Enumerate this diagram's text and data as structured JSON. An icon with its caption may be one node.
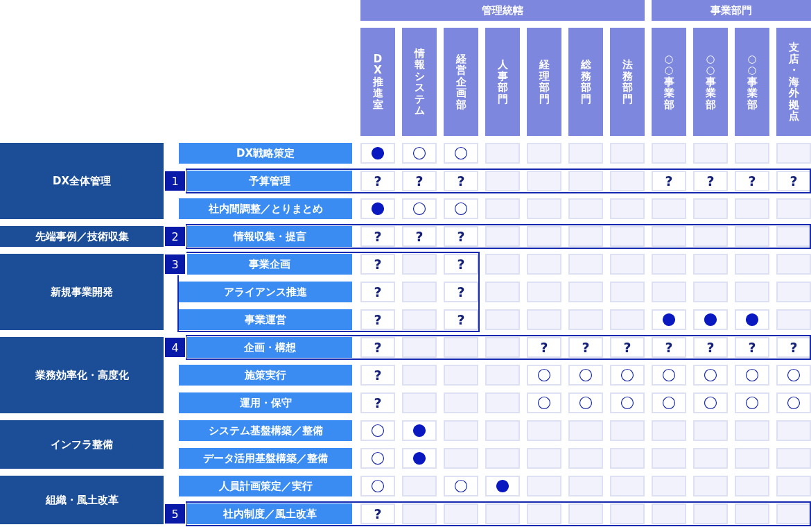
{
  "diagram": {
    "nodes": [
      {
        "text": [
          "管理統轄"
        ]
      },
      {
        "text": [
          "事業部門"
        ]
      },
      {
        "text": [
          "DX推進室"
        ]
      },
      {
        "text": [
          "情報システム"
        ]
      },
      {
        "text": [
          "経営企画部"
        ]
      },
      {
        "text": [
          "人事部門"
        ]
      },
      {
        "text": [
          "経理部門"
        ]
      },
      {
        "text": [
          "総務部門"
        ]
      },
      {
        "text": [
          "法務部門"
        ]
      },
      {
        "text": [
          "○○事業部"
        ]
      },
      {
        "text": [
          "○○事業部"
        ]
      },
      {
        "text": [
          "○○事業部"
        ]
      },
      {
        "text": [
          "支店・海外拠点"
        ]
      },
      {
        "text": [
          "DX全体管理"
        ]
      },
      {
        "text": [
          "DX戦略策定"
        ]
      },
      {
        "text": [],
        "shape": "dot"
      },
      {
        "text": [],
        "shape": "circle"
      },
      {
        "text": [],
        "shape": "circle"
      },
      {
        "text": [],
        "shape": "box"
      },
      {
        "text": [],
        "shape": "box"
      },
      {
        "text": [],
        "shape": "box"
      },
      {
        "text": [],
        "shape": "box"
      },
      {
        "text": [],
        "shape": "box"
      },
      {
        "text": [],
        "shape": "box"
      },
      {
        "text": [],
        "shape": "box"
      },
      {
        "text": [],
        "shape": "box"
      },
      {
        "text": [
          "1"
        ]
      },
      {
        "text": [
          "予算管理"
        ]
      },
      {
        "text": [
          "?"
        ]
      },
      {
        "text": [
          "?"
        ]
      },
      {
        "text": [
          "?"
        ]
      },
      {
        "text": [],
        "shape": "box"
      },
      {
        "text": [],
        "shape": "box"
      },
      {
        "text": [],
        "shape": "box"
      },
      {
        "text": [],
        "shape": "box"
      },
      {
        "text": [
          "?"
        ]
      },
      {
        "text": [
          "?"
        ]
      },
      {
        "text": [
          "?"
        ]
      },
      {
        "text": [
          "?"
        ]
      },
      {
        "text": [
          "社内間調整／とりまとめ"
        ]
      },
      {
        "text": [],
        "shape": "dot"
      },
      {
        "text": [],
        "shape": "circle"
      },
      {
        "text": [],
        "shape": "circle"
      },
      {
        "text": [],
        "shape": "box"
      },
      {
        "text": [],
        "shape": "box"
      },
      {
        "text": [],
        "shape": "box"
      },
      {
        "text": [],
        "shape": "box"
      },
      {
        "text": [],
        "shape": "box"
      },
      {
        "text": [],
        "shape": "box"
      },
      {
        "text": [],
        "shape": "box"
      },
      {
        "text": [],
        "shape": "box"
      },
      {
        "text": [
          "先端事例／技術収集"
        ]
      },
      {
        "text": [
          "2"
        ]
      },
      {
        "text": [
          "情報収集・提言"
        ]
      },
      {
        "text": [
          "?"
        ]
      },
      {
        "text": [
          "?"
        ]
      },
      {
        "text": [
          "?"
        ]
      },
      {
        "text": [],
        "shape": "box"
      },
      {
        "text": [],
        "shape": "box"
      },
      {
        "text": [],
        "shape": "box"
      },
      {
        "text": [],
        "shape": "box"
      },
      {
        "text": [],
        "shape": "box"
      },
      {
        "text": [],
        "shape": "box"
      },
      {
        "text": [],
        "shape": "box"
      },
      {
        "text": [],
        "shape": "box"
      },
      {
        "text": [
          "新規事業開発"
        ]
      },
      {
        "text": [
          "3"
        ]
      },
      {
        "text": [
          "事業企画"
        ]
      },
      {
        "text": [
          "?"
        ]
      },
      {
        "text": [],
        "shape": "box"
      },
      {
        "text": [
          "?"
        ]
      },
      {
        "text": [],
        "shape": "box"
      },
      {
        "text": [],
        "shape": "box"
      },
      {
        "text": [],
        "shape": "box"
      },
      {
        "text": [],
        "shape": "box"
      },
      {
        "text": [],
        "shape": "box"
      },
      {
        "text": [],
        "shape": "box"
      },
      {
        "text": [],
        "shape": "box"
      },
      {
        "text": [],
        "shape": "box"
      },
      {
        "text": [
          "アライアンス推進"
        ]
      },
      {
        "text": [
          "?"
        ]
      },
      {
        "text": [],
        "shape": "box"
      },
      {
        "text": [
          "?"
        ]
      },
      {
        "text": [],
        "shape": "box"
      },
      {
        "text": [],
        "shape": "box"
      },
      {
        "text": [],
        "shape": "box"
      },
      {
        "text": [],
        "shape": "box"
      },
      {
        "text": [],
        "shape": "box"
      },
      {
        "text": [],
        "shape": "box"
      },
      {
        "text": [],
        "shape": "box"
      },
      {
        "text": [],
        "shape": "box"
      },
      {
        "text": [
          "事業運営"
        ]
      },
      {
        "text": [
          "?"
        ]
      },
      {
        "text": [],
        "shape": "box"
      },
      {
        "text": [
          "?"
        ]
      },
      {
        "text": [],
        "shape": "box"
      },
      {
        "text": [],
        "shape": "box"
      },
      {
        "text": [],
        "shape": "box"
      },
      {
        "text": [],
        "shape": "box"
      },
      {
        "text": [],
        "shape": "dot"
      },
      {
        "text": [],
        "shape": "dot"
      },
      {
        "text": [],
        "shape": "dot"
      },
      {
        "text": [],
        "shape": "box"
      },
      {
        "text": [
          "業務効率化・高度化"
        ]
      },
      {
        "text": [
          "4"
        ]
      },
      {
        "text": [
          "企画・構想"
        ]
      },
      {
        "text": [
          "?"
        ]
      },
      {
        "text": [],
        "shape": "box"
      },
      {
        "text": [],
        "shape": "box"
      },
      {
        "text": [],
        "shape": "box"
      },
      {
        "text": [
          "?"
        ]
      },
      {
        "text": [
          "?"
        ]
      },
      {
        "text": [
          "?"
        ]
      },
      {
        "text": [
          "?"
        ]
      },
      {
        "text": [
          "?"
        ]
      },
      {
        "text": [
          "?"
        ]
      },
      {
        "text": [
          "?"
        ]
      },
      {
        "text": [
          "施策実行"
        ]
      },
      {
        "text": [
          "?"
        ]
      },
      {
        "text": [],
        "shape": "box"
      },
      {
        "text": [],
        "shape": "box"
      },
      {
        "text": [],
        "shape": "box"
      },
      {
        "text": [],
        "shape": "circle"
      },
      {
        "text": [],
        "shape": "circle"
      },
      {
        "text": [],
        "shape": "circle"
      },
      {
        "text": [],
        "shape": "circle"
      },
      {
        "text": [],
        "shape": "circle"
      },
      {
        "text": [],
        "shape": "circle"
      },
      {
        "text": [],
        "shape": "circle"
      },
      {
        "text": [
          "運用・保守"
        ]
      },
      {
        "text": [
          "?"
        ]
      },
      {
        "text": [],
        "shape": "box"
      },
      {
        "text": [],
        "shape": "box"
      },
      {
        "text": [],
        "shape": "box"
      },
      {
        "text": [],
        "shape": "circle"
      },
      {
        "text": [],
        "shape": "circle"
      },
      {
        "text": [],
        "shape": "circle"
      },
      {
        "text": [],
        "shape": "circle"
      },
      {
        "text": [],
        "shape": "circle"
      },
      {
        "text": [],
        "shape": "circle"
      },
      {
        "text": [],
        "shape": "circle"
      },
      {
        "text": [
          "インフラ整備"
        ]
      },
      {
        "text": [
          "システム基盤構築／整備"
        ]
      },
      {
        "text": [],
        "shape": "circle"
      },
      {
        "text": [],
        "shape": "dot"
      },
      {
        "text": [],
        "shape": "box"
      },
      {
        "text": [],
        "shape": "box"
      },
      {
        "text": [],
        "shape": "box"
      },
      {
        "text": [],
        "shape": "box"
      },
      {
        "text": [],
        "shape": "box"
      },
      {
        "text": [],
        "shape": "box"
      },
      {
        "text": [],
        "shape": "box"
      },
      {
        "text": [],
        "shape": "box"
      },
      {
        "text": [],
        "shape": "box"
      },
      {
        "text": [
          "データ活用基盤構築／整備"
        ]
      },
      {
        "text": [],
        "shape": "circle"
      },
      {
        "text": [],
        "shape": "dot"
      },
      {
        "text": [],
        "shape": "box"
      },
      {
        "text": [],
        "shape": "box"
      },
      {
        "text": [],
        "shape": "box"
      },
      {
        "text": [],
        "shape": "box"
      },
      {
        "text": [],
        "shape": "box"
      },
      {
        "text": [],
        "shape": "box"
      },
      {
        "text": [],
        "shape": "box"
      },
      {
        "text": [],
        "shape": "box"
      },
      {
        "text": [],
        "shape": "box"
      },
      {
        "text": [
          "組織・風土改革"
        ]
      },
      {
        "text": [
          "人員計画策定／実行"
        ]
      },
      {
        "text": [],
        "shape": "circle"
      },
      {
        "text": [],
        "shape": "box"
      },
      {
        "text": [],
        "shape": "circle"
      },
      {
        "text": [],
        "shape": "dot"
      },
      {
        "text": [],
        "shape": "box"
      },
      {
        "text": [],
        "shape": "box"
      },
      {
        "text": [],
        "shape": "box"
      },
      {
        "text": [],
        "shape": "box"
      },
      {
        "text": [],
        "shape": "box"
      },
      {
        "text": [],
        "shape": "box"
      },
      {
        "text": [],
        "shape": "box"
      },
      {
        "text": [
          "5"
        ]
      },
      {
        "text": [
          "社内制度／風土改革"
        ]
      },
      {
        "text": [
          "?"
        ]
      },
      {
        "text": [],
        "shape": "box"
      },
      {
        "text": [],
        "shape": "box"
      },
      {
        "text": [],
        "shape": "box"
      },
      {
        "text": [],
        "shape": "box"
      },
      {
        "text": [],
        "shape": "box"
      },
      {
        "text": [],
        "shape": "box"
      },
      {
        "text": [],
        "shape": "box"
      },
      {
        "text": [],
        "shape": "box"
      },
      {
        "text": [],
        "shape": "box"
      },
      {
        "text": [],
        "shape": "box"
      }
    ]
  }
}
